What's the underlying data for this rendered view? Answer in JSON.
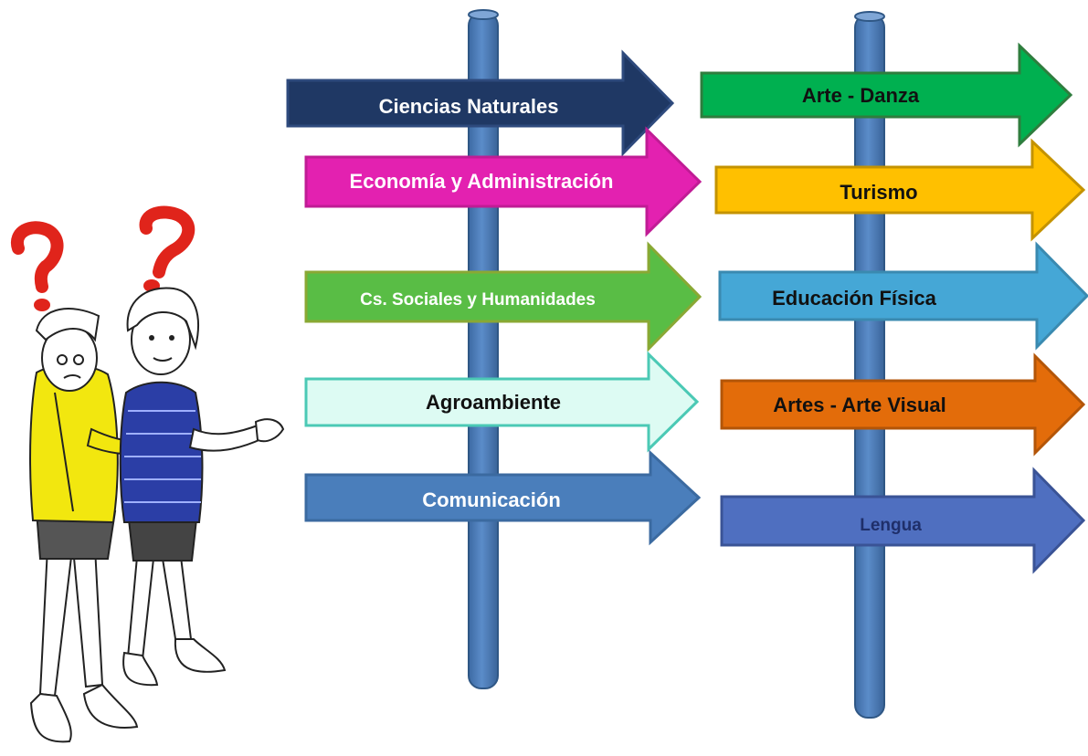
{
  "diagram": {
    "left_signs": [
      {
        "label": "Ciencias Naturales",
        "fill": "#1f3864",
        "stroke": "#2e4a7d",
        "text_color": "#ffffff"
      },
      {
        "label": "Economía y Administración",
        "fill": "#e321b0",
        "stroke": "#c01c95",
        "text_color": "#ffffff"
      },
      {
        "label": "Cs. Sociales y Humanidades",
        "fill": "#59bd45",
        "stroke": "#8aa834",
        "text_color": "#ffffff"
      },
      {
        "label": "Agroambiente",
        "fill": "#ddfbf3",
        "stroke": "#4bc9b5",
        "text_color": "#111111"
      },
      {
        "label": "Comunicación",
        "fill": "#4a7ebb",
        "stroke": "#3b6aa0",
        "text_color": "#ffffff"
      }
    ],
    "right_signs": [
      {
        "label": "Arte - Danza",
        "fill": "#00b050",
        "stroke": "#2f7d3e",
        "text_color": "#111111"
      },
      {
        "label": "Turismo",
        "fill": "#ffc000",
        "stroke": "#c49300",
        "text_color": "#111111"
      },
      {
        "label": "Educación Física",
        "fill": "#45a7d6",
        "stroke": "#3a8ab0",
        "text_color": "#111111"
      },
      {
        "label": "Artes - Arte Visual",
        "fill": "#e36c0a",
        "stroke": "#b35508",
        "text_color": "#111111"
      },
      {
        "label": "Lengua",
        "fill": "#4f6fc0",
        "stroke": "#3a5396",
        "text_color": "#1f2f6a"
      }
    ],
    "pole_color": "#4f81bd",
    "people_icon": "confused-kids-icon"
  }
}
